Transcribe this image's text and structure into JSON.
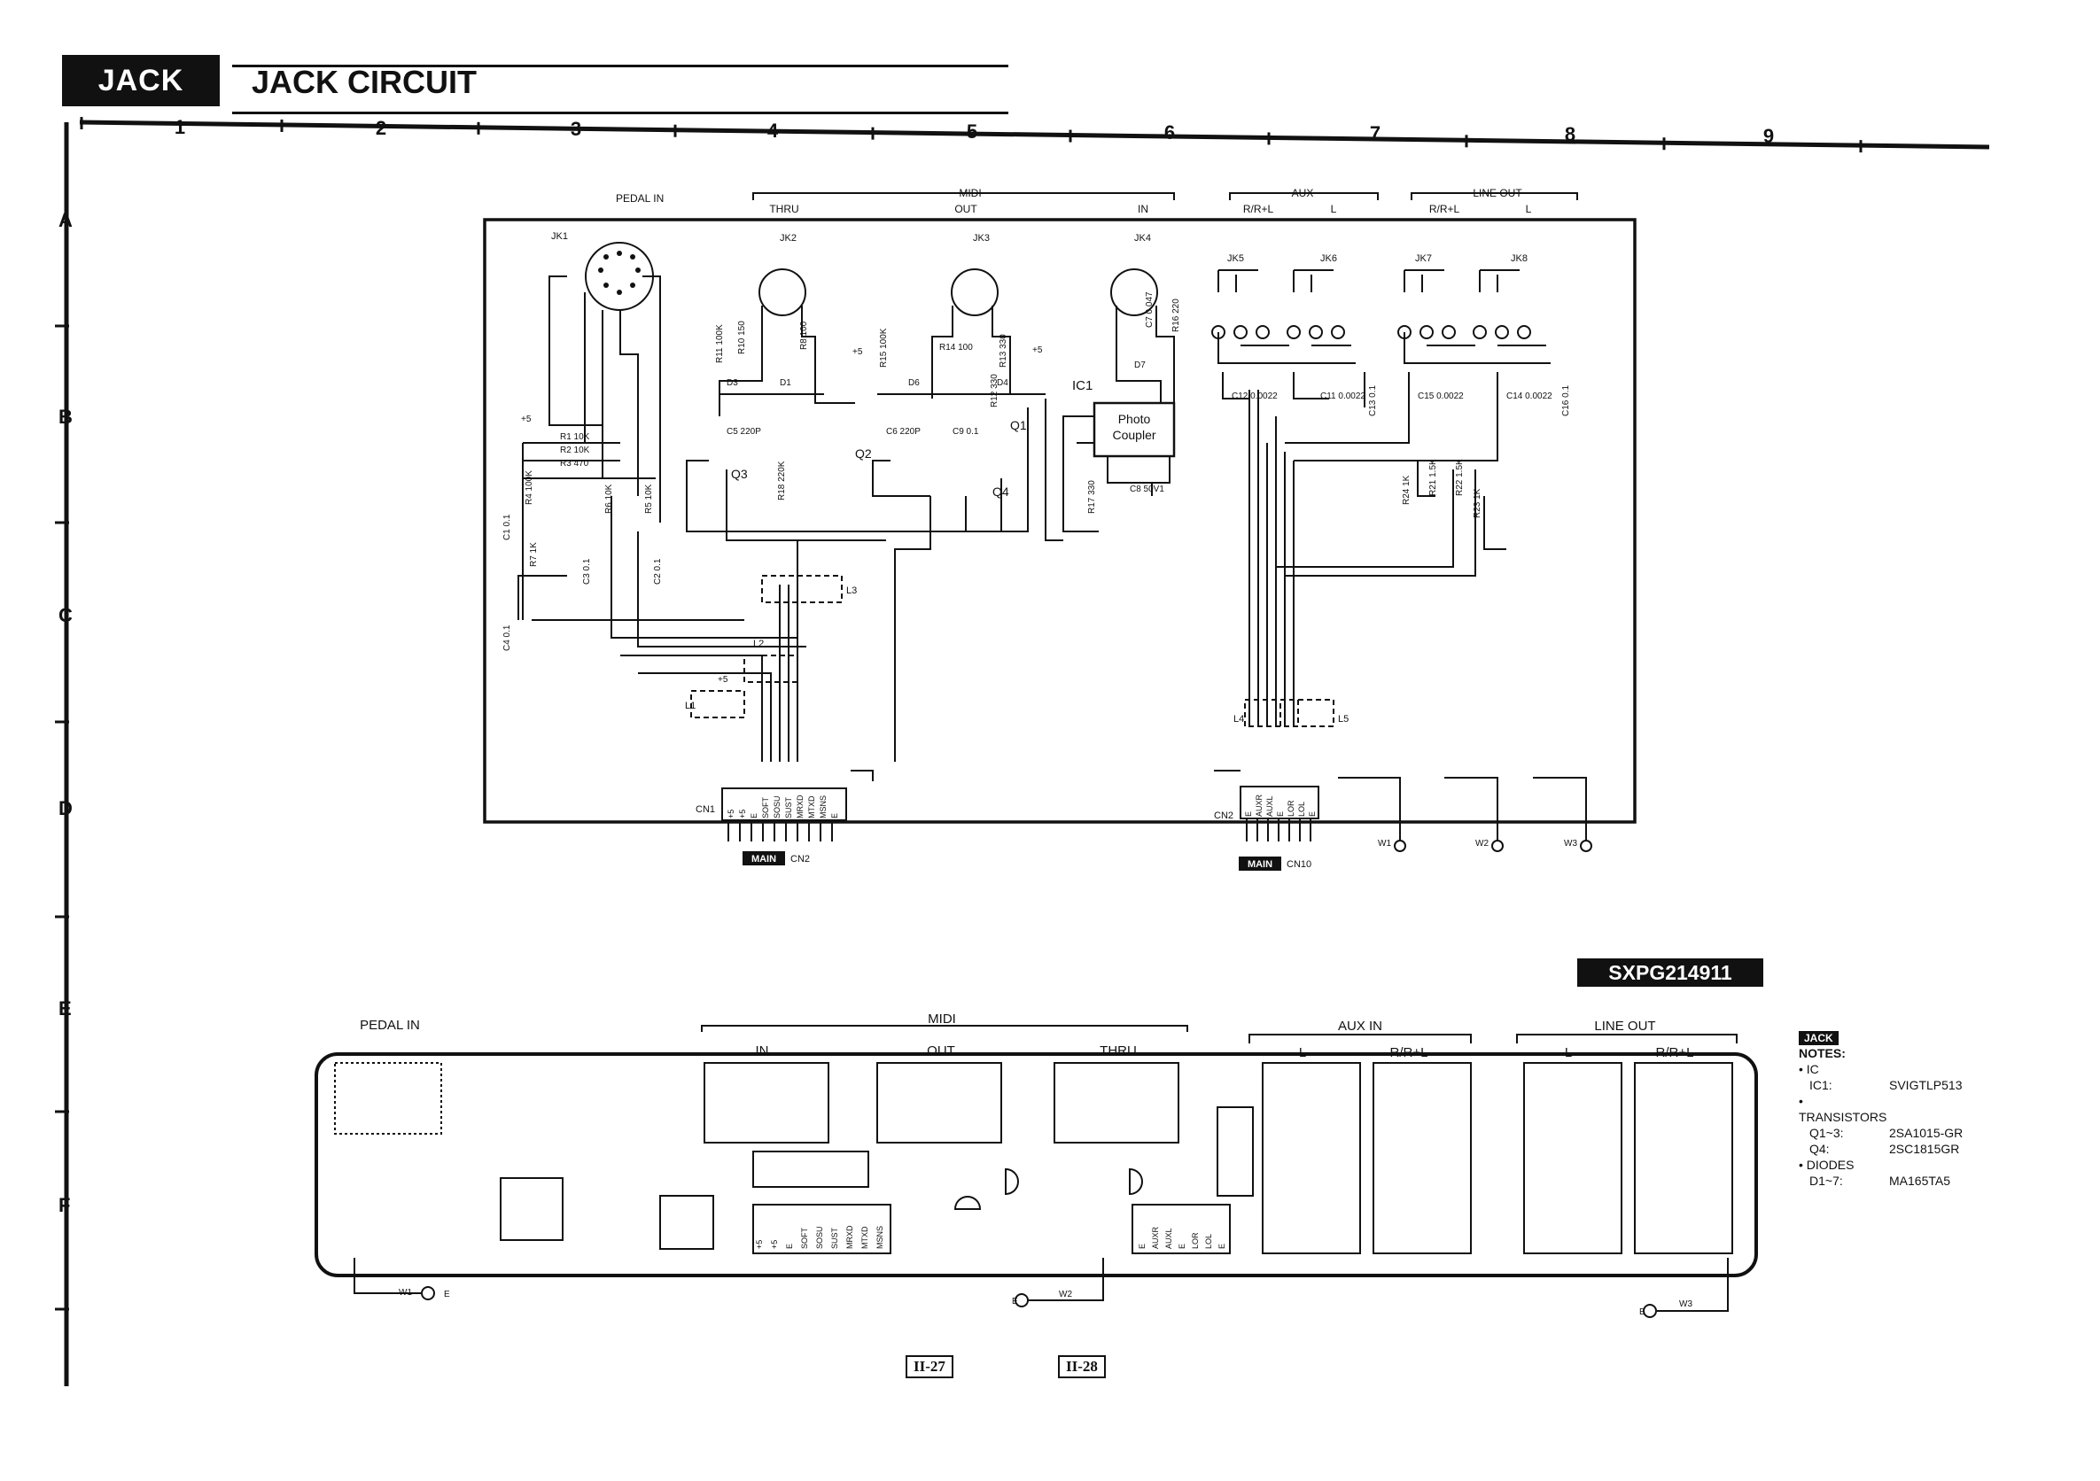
{
  "header": {
    "tab": "JACK",
    "title": "JACK CIRCUIT"
  },
  "grid": {
    "columns": [
      "1",
      "2",
      "3",
      "4",
      "5",
      "6",
      "7",
      "8",
      "9"
    ],
    "rows": [
      "A",
      "B",
      "C",
      "D",
      "E",
      "F"
    ]
  },
  "schematic": {
    "groups": {
      "pedal_in": "PEDAL IN",
      "midi": "MIDI",
      "thru": "THRU",
      "out": "OUT",
      "in": "IN",
      "aux": "AUX",
      "line_out": "LINE OUT",
      "rrl": "R/R+L",
      "l": "L"
    },
    "jacks": [
      "JK1",
      "JK2",
      "JK3",
      "JK4",
      "JK5",
      "JK6",
      "JK7",
      "JK8"
    ],
    "ic1_label": "IC1",
    "ic1_text": [
      "Photo",
      "Coupler"
    ],
    "resistors": [
      "R1 10K",
      "R2 10K",
      "R3 470",
      "R4 100K",
      "R6 10K",
      "R5 10K",
      "R7 1K",
      "R10 150",
      "R11 100K",
      "R8 100",
      "R15 100K",
      "R14 100",
      "R13 330",
      "R12 330",
      "R16 220",
      "R17 330",
      "R18 220K",
      "R24 1K",
      "R21 1.5K",
      "R22 1.5K",
      "R23 1K"
    ],
    "capacitors": [
      "C1 0.1",
      "C2 0.1",
      "C3 0.1",
      "C4 0.1",
      "C5 220P",
      "C6 220P",
      "C9 0.1",
      "C7 0.047",
      "C8 50V1",
      "C12 0.0022",
      "C11 0.0022",
      "C13 0.1",
      "C15 0.0022",
      "C14 0.0022",
      "C16 0.1"
    ],
    "transistors": [
      "Q1",
      "Q2",
      "Q3",
      "Q4"
    ],
    "diodes": [
      "D1",
      "D3",
      "D4",
      "D6",
      "D7"
    ],
    "inductors": [
      "L1",
      "L2",
      "L3",
      "L4",
      "L5"
    ],
    "supply": "+5",
    "cn1_label": "CN1",
    "cn1_pins": [
      "+5",
      "+5",
      "E",
      "SOFT",
      "SOSU",
      "SUST",
      "MRXD",
      "MTXD",
      "MSNS",
      "E"
    ],
    "cn2_label": "CN2",
    "cn2_pins": [
      "E",
      "AUXR",
      "AUXL",
      "E",
      "LOR",
      "LOL",
      "E"
    ],
    "main_badge": "MAIN",
    "main_cn2": "CN2",
    "main_cn10": "CN10",
    "wires": [
      "W1",
      "W2",
      "W3"
    ]
  },
  "part_number": "SXPG214911",
  "board": {
    "labels": {
      "pedal_in": "PEDAL IN",
      "midi": "MIDI",
      "in": "IN",
      "out": "OUT",
      "thru": "THRU",
      "aux_in": "AUX IN",
      "line_out": "LINE OUT",
      "l": "L",
      "rrl": "R/R+L"
    },
    "cn1_pins": [
      "+5",
      "+5",
      "E",
      "SOFT",
      "SOSU",
      "SUST",
      "MRXD",
      "MTXD",
      "MSNS"
    ],
    "cn2_pins": [
      "E",
      "AUXR",
      "AUXL",
      "E",
      "LOR",
      "LOL",
      "E"
    ],
    "ground": "E"
  },
  "notes": {
    "badge": "JACK",
    "title": "NOTES:",
    "items": [
      {
        "k": "• IC",
        "v": ""
      },
      {
        "k": "IC1:",
        "v": "SVIGTLP513"
      },
      {
        "k": "• TRANSISTORS",
        "v": ""
      },
      {
        "k": "Q1~3:",
        "v": "2SA1015-GR"
      },
      {
        "k": "Q4:",
        "v": "2SC1815GR"
      },
      {
        "k": "• DIODES",
        "v": ""
      },
      {
        "k": "D1~7:",
        "v": "MA165TA5"
      }
    ]
  },
  "pages": [
    "II-27",
    "II-28"
  ]
}
